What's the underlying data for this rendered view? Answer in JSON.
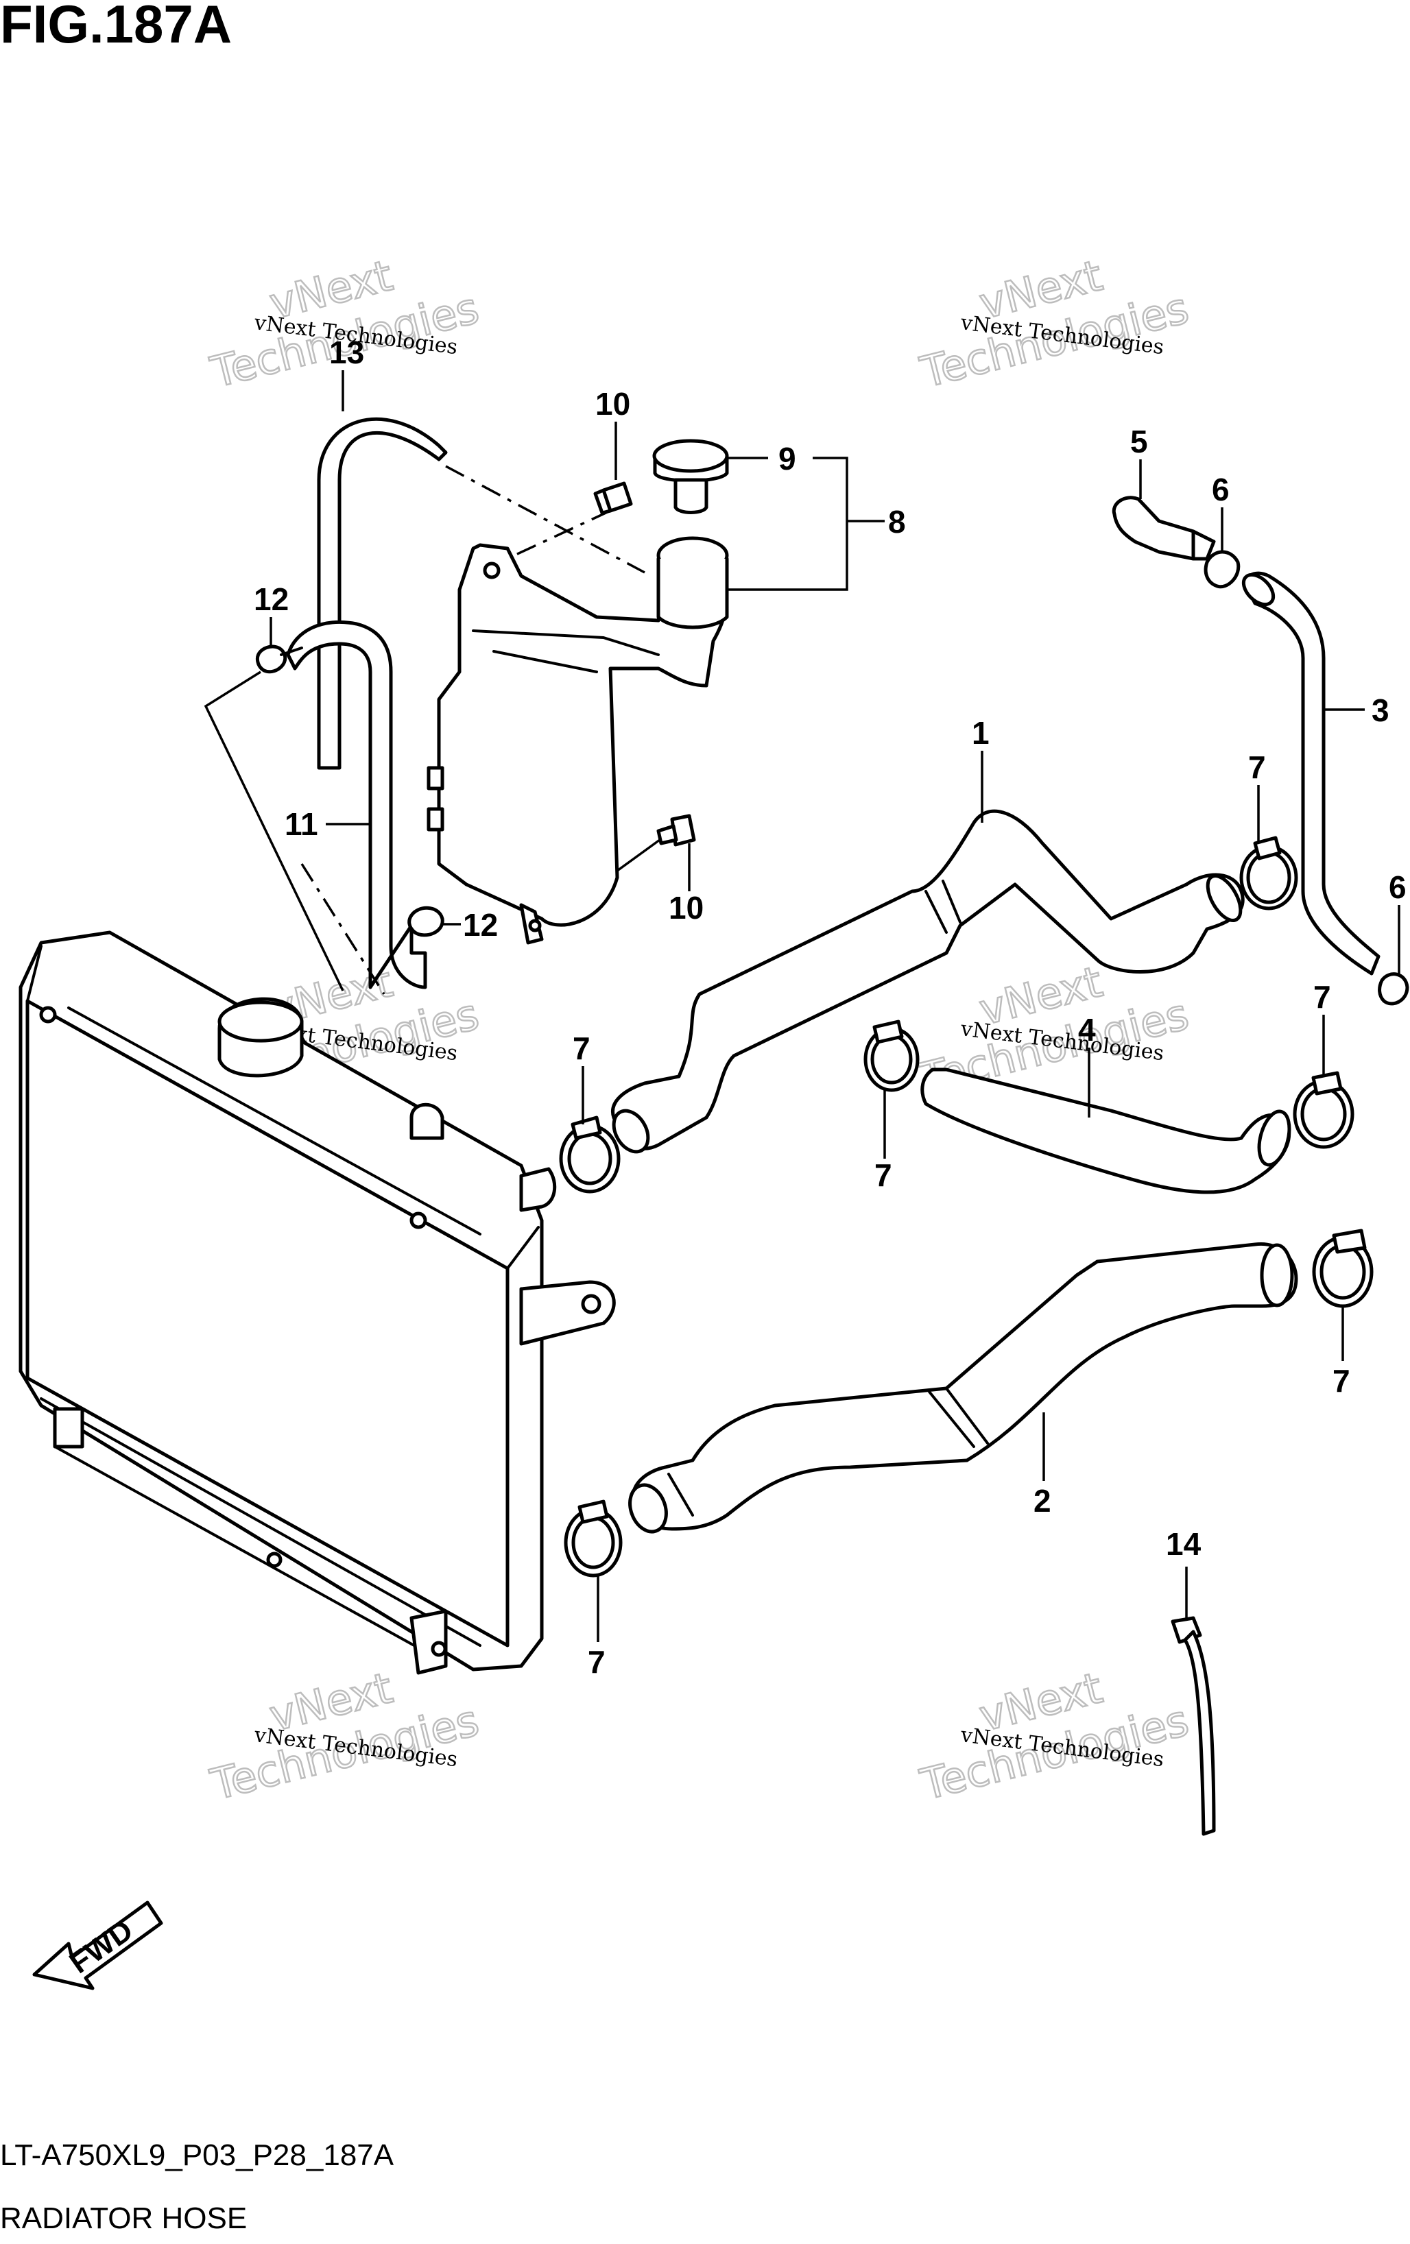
{
  "figure": {
    "title": "FIG.187A",
    "code": "LT-A750XL9_P03_P28_187A",
    "caption": "RADIATOR HOSE",
    "fwd_label": "FWD"
  },
  "watermark": {
    "line1": "vNext Technologies",
    "line2": "vNext",
    "line3": "Technologies"
  },
  "callouts": {
    "c1": "1",
    "c2": "2",
    "c3": "3",
    "c4": "4",
    "c5": "5",
    "c6a": "6",
    "c6b": "6",
    "c7a": "7",
    "c7b": "7",
    "c7c": "7",
    "c7d": "7",
    "c7e": "7",
    "c7f": "7",
    "c8": "8",
    "c9": "9",
    "c10a": "10",
    "c10b": "10",
    "c11": "11",
    "c12a": "12",
    "c12b": "12",
    "c13": "13",
    "c14": "14"
  }
}
